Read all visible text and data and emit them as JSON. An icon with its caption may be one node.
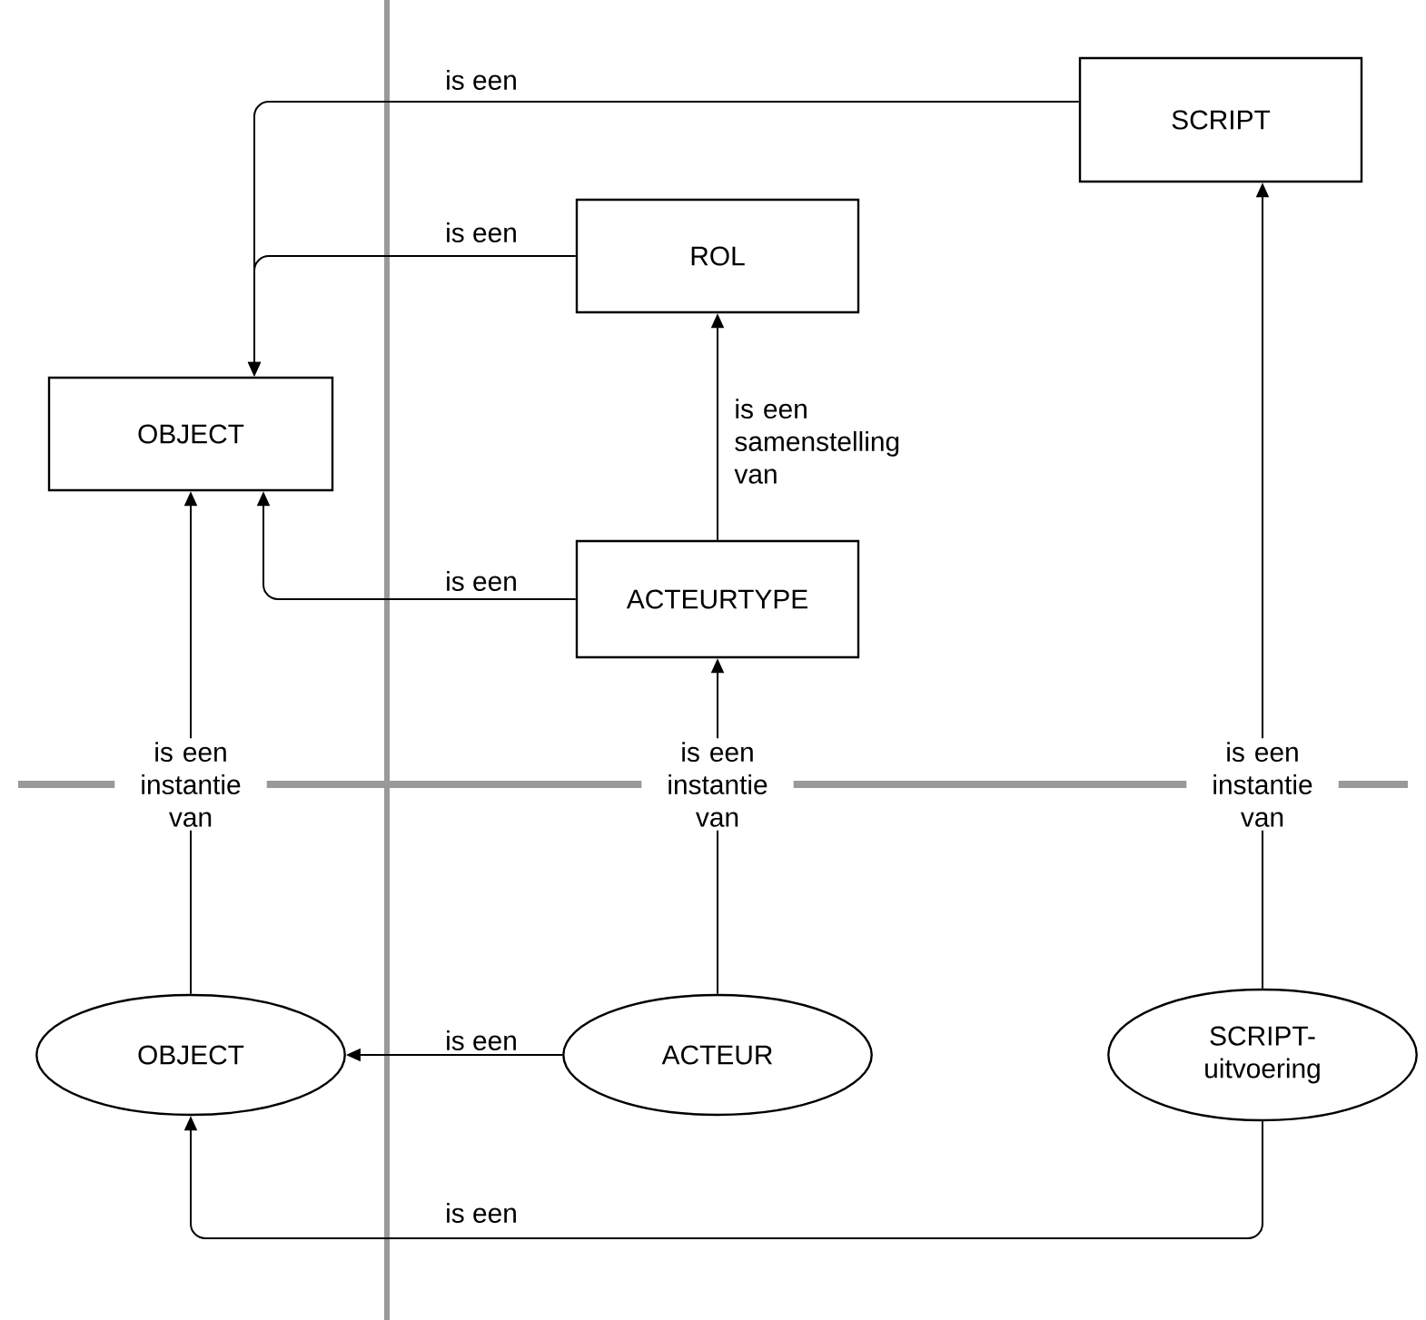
{
  "diagram": {
    "nodes": [
      {
        "text": [
          "SCRIPT"
        ]
      },
      {
        "text": [
          "ROL"
        ]
      },
      {
        "text": [
          "OBJECT"
        ]
      },
      {
        "text": [
          "ACTEURTYPE"
        ]
      },
      {
        "text": [
          "OBJECT"
        ]
      },
      {
        "text": [
          "ACTEUR"
        ]
      },
      {
        "text": [
          "SCRIPT- uitvoering"
        ]
      }
    ],
    "edges": [
      {
        "from": 0,
        "to": 2,
        "arrow": "to",
        "label": "is een"
      },
      {
        "from": 1,
        "to": 2,
        "arrow": "to",
        "label": "is een"
      },
      {
        "from": 3,
        "to": 1,
        "arrow": "to",
        "label": "is een samenstelling van"
      },
      {
        "from": 3,
        "to": 2,
        "arrow": "to",
        "label": "is een"
      },
      {
        "from": 4,
        "to": 2,
        "arrow": "to",
        "label": "is een instantie van"
      },
      {
        "from": 5,
        "to": 3,
        "arrow": "to",
        "label": "is een instantie van"
      },
      {
        "from": 6,
        "to": 0,
        "arrow": "to",
        "label": "is een instantie van"
      },
      {
        "from": 5,
        "to": 4,
        "arrow": "to",
        "label": "is een"
      },
      {
        "from": 6,
        "to": 4,
        "arrow": "to",
        "label": "is een"
      }
    ]
  }
}
